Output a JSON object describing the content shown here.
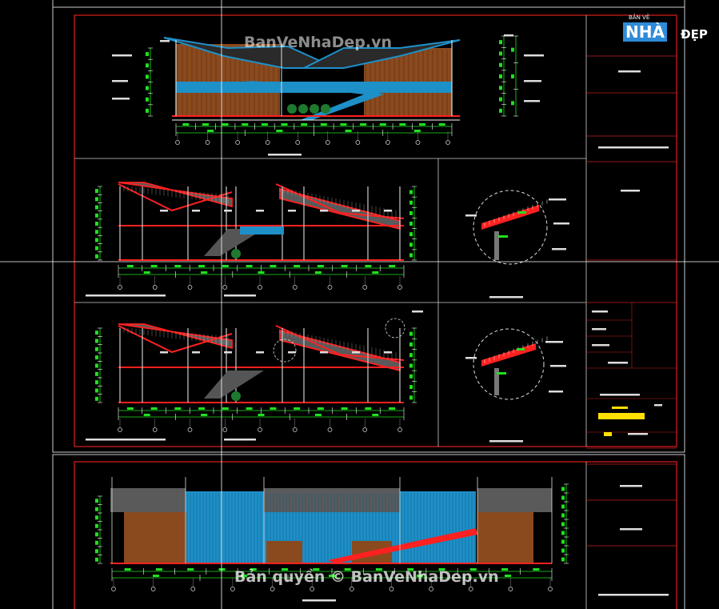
{
  "watermarks": {
    "top": "BanVeNhaDep.vn",
    "bottom": "Bản quyền © BanVeNhaDep.vn"
  },
  "logo": {
    "small_text": "BẢN VẼ",
    "highlight_text": "NHÀ",
    "suffix_text": "ĐẸP"
  },
  "colors": {
    "background": "#000000",
    "frame_red": "#e01e1e",
    "dimension_green": "#20e020",
    "structure_white": "#e8e8e8",
    "roof_red": "#ff2020",
    "glass_cyan": "#1e90c8",
    "wall_brown": "#8a4a1e",
    "roof_gray": "#5a5a5a",
    "stamp_yellow": "#ffe000",
    "title_block_red": "#c81e1e"
  }
}
